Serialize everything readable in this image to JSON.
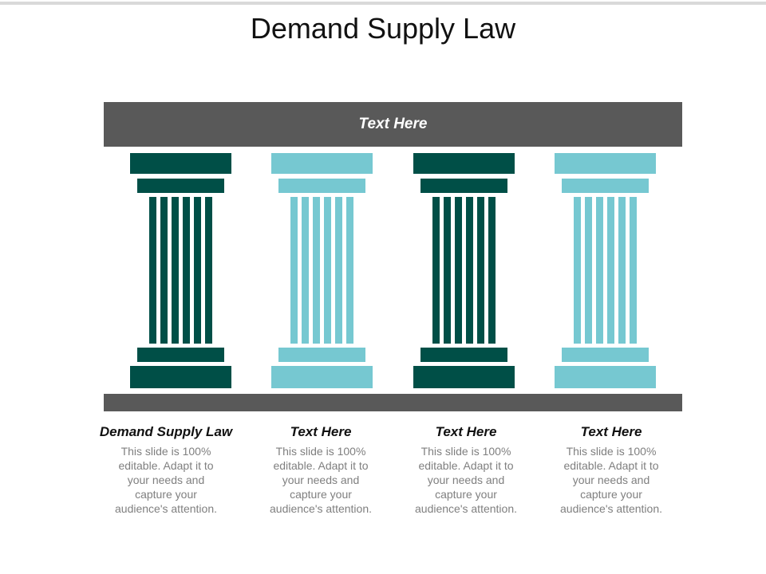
{
  "title": "Demand Supply Law",
  "roof_label": "Text Here",
  "colors": {
    "dark_pillar": "#004f47",
    "light_pillar": "#76c8d1",
    "roof": "#595959",
    "body_text": "#7f7f7f"
  },
  "pillars": [
    {
      "color": "dark",
      "heading": "Demand Supply Law",
      "body": "This slide is 100% editable. Adapt it to your needs and capture your audience's attention."
    },
    {
      "color": "light",
      "heading": "Text Here",
      "body": "This slide is 100% editable. Adapt it to your needs and capture your audience's attention."
    },
    {
      "color": "dark",
      "heading": "Text Here",
      "body": "This slide is 100% editable. Adapt it to your needs and capture your audience's attention."
    },
    {
      "color": "light",
      "heading": "Text Here",
      "body": "This slide is 100% editable. Adapt it to your needs and capture your audience's attention."
    }
  ]
}
